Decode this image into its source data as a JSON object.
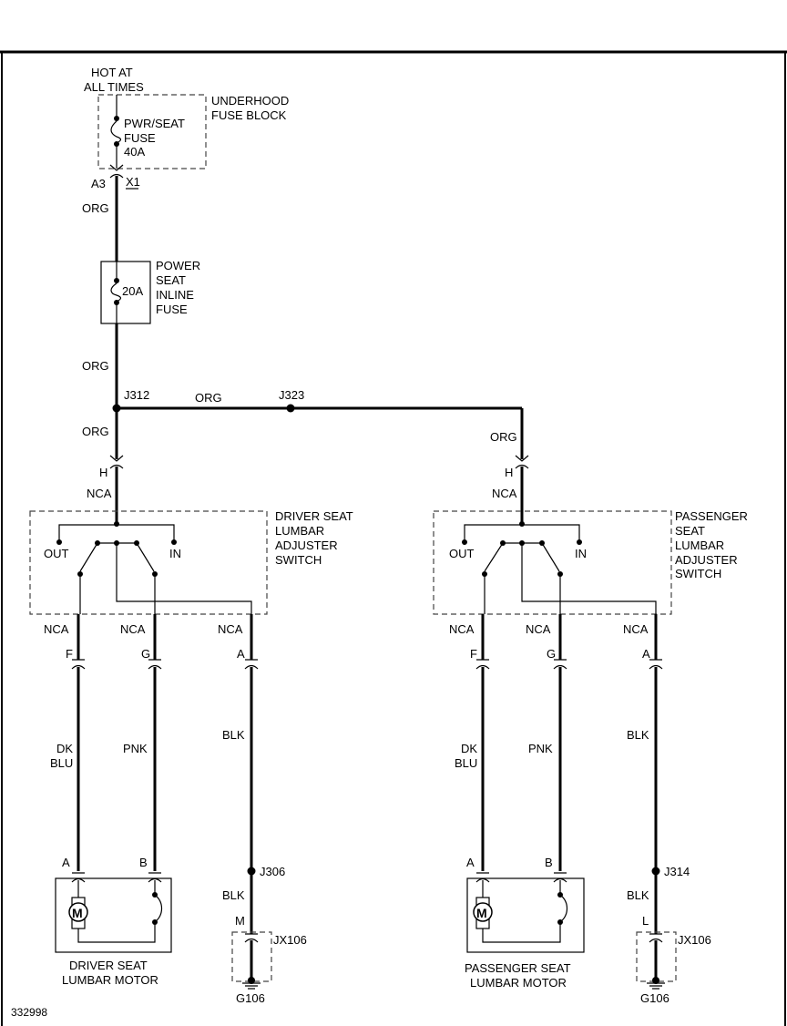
{
  "labels": {
    "hot_at": "HOT AT",
    "all_times": "ALL TIMES",
    "underhood_1": "UNDERHOOD",
    "underhood_2": "FUSE BLOCK",
    "pwr_seat_fuse_1": "PWR/SEAT",
    "pwr_seat_fuse_2": "FUSE",
    "pwr_seat_fuse_3": "40A",
    "pin_a3": "A3",
    "conn_x1": "X1",
    "org_1": "ORG",
    "inline_fuse_1": "POWER",
    "inline_fuse_2": "SEAT",
    "inline_fuse_3": "INLINE",
    "inline_fuse_4": "FUSE",
    "inline_fuse_rating": "20A",
    "org_2": "ORG",
    "j312": "J312",
    "org_horizontal": "ORG",
    "j323": "J323",
    "org_3": "ORG",
    "org_4": "ORG",
    "drv_pin_h": "H",
    "drv_nca_top": "NCA",
    "pass_pin_h": "H",
    "pass_nca_top": "NCA",
    "drv_switch_1": "DRIVER SEAT",
    "drv_switch_2": "LUMBAR",
    "drv_switch_3": "ADJUSTER",
    "drv_switch_4": "SWITCH",
    "pass_switch_1": "PASSENGER",
    "pass_switch_2": "SEAT",
    "pass_switch_3": "LUMBAR",
    "pass_switch_4": "ADJUSTER",
    "pass_switch_5": "SWITCH",
    "drv_out": "OUT",
    "drv_in": "IN",
    "pass_out": "OUT",
    "pass_in": "IN",
    "drv_nca_f": "NCA",
    "drv_nca_g": "NCA",
    "drv_nca_a": "NCA",
    "pass_nca_f": "NCA",
    "pass_nca_g": "NCA",
    "pass_nca_a": "NCA",
    "drv_pin_f": "F",
    "drv_pin_g": "G",
    "drv_pin_a": "A",
    "pass_pin_f": "F",
    "pass_pin_g": "G",
    "pass_pin_a": "A",
    "drv_dk": "DK",
    "drv_blu": "BLU",
    "drv_pnk": "PNK",
    "drv_blk": "BLK",
    "pass_dk": "DK",
    "pass_blu": "BLU",
    "pass_pnk": "PNK",
    "pass_blk": "BLK",
    "drv_motor_pin_a": "A",
    "drv_motor_pin_b": "B",
    "pass_motor_pin_a": "A",
    "pass_motor_pin_b": "B",
    "drv_motor_m": "M",
    "pass_motor_m": "M",
    "j306": "J306",
    "j314": "J314",
    "drv_blk_lower": "BLK",
    "pass_blk_lower": "BLK",
    "drv_gnd_pin": "M",
    "pass_gnd_pin": "L",
    "drv_jx106": "JX106",
    "pass_jx106": "JX106",
    "drv_g106": "G106",
    "pass_g106": "G106",
    "drv_motor_1": "DRIVER SEAT",
    "drv_motor_2": "LUMBAR MOTOR",
    "pass_motor_1": "PASSENGER SEAT",
    "pass_motor_2": "LUMBAR MOTOR",
    "figure_id": "332998"
  }
}
